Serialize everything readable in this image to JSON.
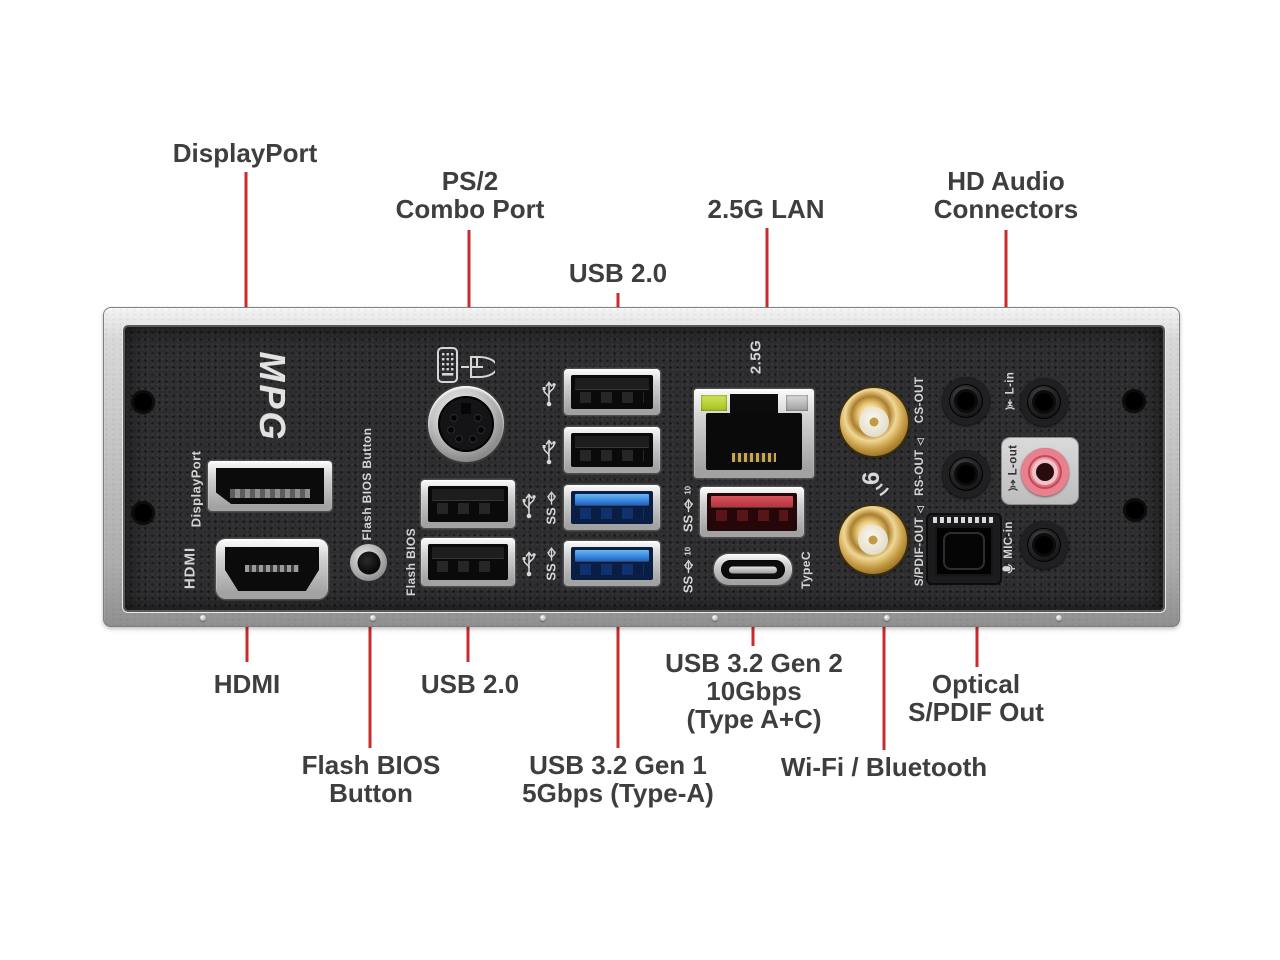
{
  "annotations": {
    "top": [
      {
        "label": "DisplayPort"
      },
      {
        "label": "PS/2\nCombo Port"
      },
      {
        "label": "USB 2.0"
      },
      {
        "label": "2.5G LAN"
      },
      {
        "label": "HD Audio\nConnectors"
      }
    ],
    "bottom": [
      {
        "label": "HDMI"
      },
      {
        "label": "Flash BIOS\nButton"
      },
      {
        "label": "USB 2.0"
      },
      {
        "label": "USB 3.2 Gen 1\n5Gbps (Type-A)"
      },
      {
        "label": "USB 3.2 Gen 2\n10Gbps\n(Type A+C)"
      },
      {
        "label": "Wi-Fi / Bluetooth"
      },
      {
        "label": "Optical\nS/PDIF Out"
      }
    ]
  },
  "panel": {
    "logo": "MPG",
    "labels": {
      "displayport": "DisplayPort",
      "hdmi": "HDMI",
      "flash_bios_button": "Flash BIOS Button",
      "flash_bios": "Flash BIOS",
      "lan_speed": "2.5G",
      "typec": "TypeC",
      "cs_out": "CS-OUT",
      "rs_out": "RS-OUT",
      "l_in": "L-in",
      "l_out": "L-out",
      "mic_in": "MIC-in",
      "spdif_out": "S/PDIF-OUT",
      "ss": "SS",
      "gen2_speed": "10",
      "wifi6": "6",
      "speaker_glyph": "◁"
    },
    "colors": {
      "annotation_text": "#3e3e40",
      "pointer_line": "#c92c2c",
      "usb3_gen1_blue": "#2a7de1",
      "usb3_gen2_red": "#c8414b",
      "lan_led_green": "#b4cf3a",
      "line_out_pink": "#e9808d",
      "antenna_gold": "#d2ab55",
      "backplate": "#2d2d2f"
    }
  }
}
